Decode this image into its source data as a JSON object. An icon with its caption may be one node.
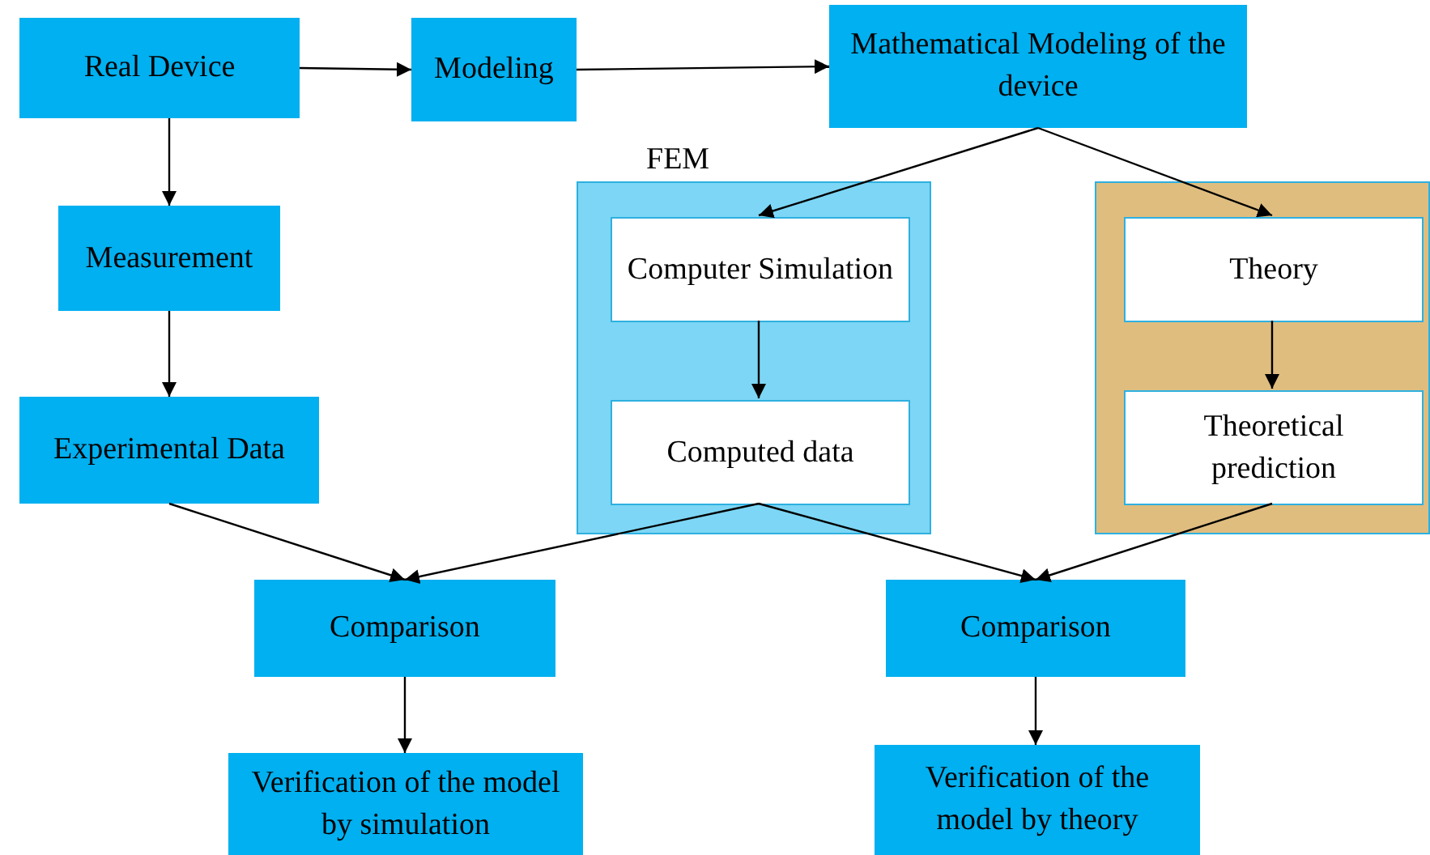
{
  "diagram": {
    "nodes": [
      {
        "text": [
          "Real Device"
        ]
      },
      {
        "text": [
          "Modeling"
        ]
      },
      {
        "text": [
          "Mathematical Modeling of the device"
        ]
      },
      {
        "text": [
          "Measurement"
        ]
      },
      {
        "text": [
          "Experimental Data"
        ]
      },
      {
        "text": [
          "FEM"
        ]
      },
      {
        "text": [
          "Computer Simulation"
        ],
        "in": 5
      },
      {
        "text": [
          "Computed data"
        ],
        "in": 5
      },
      {
        "text": [],
        "shape": "box"
      },
      {
        "text": [
          "Theory"
        ],
        "in": 8
      },
      {
        "text": [
          "Theoretical prediction"
        ],
        "in": 8
      },
      {
        "text": [
          "Comparison"
        ]
      },
      {
        "text": [
          "Comparison"
        ]
      },
      {
        "text": [
          "Verification of the model by simulation"
        ]
      },
      {
        "text": [
          "Verification of the model by theory"
        ]
      }
    ],
    "edges": [
      {
        "from": 0,
        "to": 1,
        "arrow": "to"
      },
      {
        "from": 1,
        "to": 2,
        "arrow": "to"
      },
      {
        "from": 0,
        "to": 3,
        "arrow": "to"
      },
      {
        "from": 3,
        "to": 4,
        "arrow": "to"
      },
      {
        "from": 2,
        "to": 6,
        "arrow": "to"
      },
      {
        "from": 2,
        "to": 9,
        "arrow": "to"
      },
      {
        "from": 6,
        "to": 7,
        "arrow": "to"
      },
      {
        "from": 9,
        "to": 10,
        "arrow": "to"
      },
      {
        "from": 4,
        "to": 11,
        "arrow": "to"
      },
      {
        "from": 7,
        "to": 11,
        "arrow": "to"
      },
      {
        "from": 7,
        "to": 12,
        "arrow": "to"
      },
      {
        "from": 10,
        "to": 12,
        "arrow": "to"
      },
      {
        "from": 11,
        "to": 13,
        "arrow": "to"
      },
      {
        "from": 12,
        "to": 14,
        "arrow": "to"
      }
    ]
  }
}
